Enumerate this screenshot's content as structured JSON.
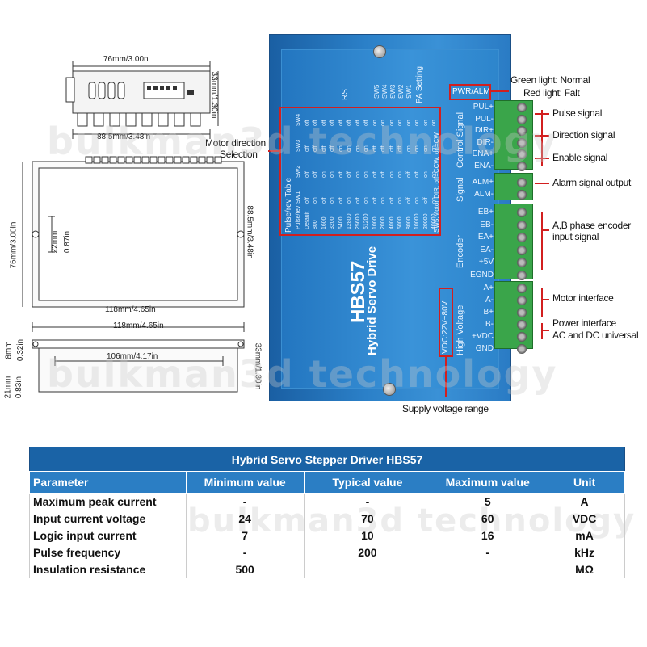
{
  "dimensions": {
    "top_width": "76mm/3.00n",
    "top_height": "33mm/1.30in",
    "top_depth": "88.5mm/3.48in",
    "plan_height": "76mm/3.00in",
    "plan_inner": "22mm",
    "plan_inner_in": "0.87in",
    "plan_side": "88.5mm/3.48in",
    "plan_width": "118mm/4.65in",
    "side_width": "118mm/4.65in",
    "side_inner": "106mm/4.17in",
    "side_height": "33mm/1.30in",
    "side_top": "8mm",
    "side_top_in": "0.32in",
    "side_bottom": "21mm",
    "side_bottom_in": "0.83in"
  },
  "device": {
    "model": "HBS57",
    "subtitle": "Hybrid Servo Drive",
    "pwr_alm": "PWR/ALM",
    "rs": "RS",
    "pa_setting": "PA Setting",
    "sw_labels": [
      "SW5",
      "SW4",
      "SW3",
      "SW2",
      "SW1"
    ],
    "table_title": "Pulse/rev Table",
    "sw5_note": "SW5:Motor DIR, off=CCW, on=CW",
    "pulse_table": {
      "headers": [
        "Pulse/rev",
        "SW1",
        "SW2",
        "SW3",
        "SW4"
      ],
      "rows": [
        [
          "Default",
          "off",
          "off",
          "off",
          "off"
        ],
        [
          "800",
          "on",
          "off",
          "off",
          "off"
        ],
        [
          "1600",
          "off",
          "on",
          "off",
          "off"
        ],
        [
          "3200",
          "on",
          "on",
          "off",
          "off"
        ],
        [
          "6400",
          "off",
          "off",
          "on",
          "off"
        ],
        [
          "12800",
          "on",
          "off",
          "on",
          "off"
        ],
        [
          "25600",
          "off",
          "on",
          "on",
          "off"
        ],
        [
          "51200",
          "on",
          "on",
          "on",
          "off"
        ],
        [
          "1000",
          "off",
          "off",
          "off",
          "on"
        ],
        [
          "2000",
          "on",
          "off",
          "off",
          "on"
        ],
        [
          "4000",
          "off",
          "on",
          "off",
          "on"
        ],
        [
          "5000",
          "on",
          "on",
          "off",
          "on"
        ],
        [
          "8000",
          "off",
          "off",
          "on",
          "on"
        ],
        [
          "10000",
          "on",
          "off",
          "on",
          "on"
        ],
        [
          "20000",
          "off",
          "on",
          "on",
          "on"
        ],
        [
          "40000",
          "on",
          "on",
          "on",
          "on"
        ]
      ]
    },
    "group_control": "Control Signal",
    "group_alarm": "Signal",
    "group_encoder": "Encoder",
    "group_hv": "High Voltage",
    "vdc_range": "VDC:22V~80V",
    "pins_control": [
      "PUL+",
      "PUL-",
      "DIR+",
      "DIR-",
      "ENA+",
      "ENA-"
    ],
    "pins_alarm": [
      "ALM+",
      "ALM-"
    ],
    "pins_encoder": [
      "EB+",
      "EB-",
      "EA+",
      "EA-",
      "+5V",
      "EGND"
    ],
    "pins_power": [
      "A+",
      "A-",
      "B+",
      "B-",
      "+VDC",
      "GND"
    ]
  },
  "callouts": {
    "green_light": "Green light: Normal",
    "red_light": "Red light: Falt",
    "pulse": "Pulse signal",
    "direction": "Direction signal",
    "enable": "Enable signal",
    "alarm": "Alarm signal output",
    "encoder_1": "A,B phase encoder",
    "encoder_2": "input signal",
    "motor": "Motor interface",
    "power_1": "Power interface",
    "power_2": "AC and DC universal",
    "motor_dir_1": "Motor direction",
    "motor_dir_2": "Selection",
    "supply": "Supply voltage range"
  },
  "watermark": "bulkman3d technology",
  "spec_table": {
    "title": "Hybrid Servo Stepper Driver HBS57",
    "headers": [
      "Parameter",
      "Minimum value",
      "Typical value",
      "Maximum value",
      "Unit"
    ],
    "rows": [
      [
        "Maximum peak current",
        "-",
        "-",
        "5",
        "A"
      ],
      [
        "Input current voltage",
        "24",
        "70",
        "60",
        "VDC"
      ],
      [
        "Logic input current",
        "7",
        "10",
        "16",
        "mA"
      ],
      [
        "Pulse frequency",
        "-",
        "200",
        "-",
        "kHz"
      ],
      [
        "Insulation resistance",
        "500",
        "",
        "",
        "MΩ"
      ]
    ]
  },
  "colors": {
    "accent": "#1a63a6",
    "header": "#2b7ec4",
    "callout_red": "#d21f1f",
    "terminal_green": "#3aa54a"
  }
}
